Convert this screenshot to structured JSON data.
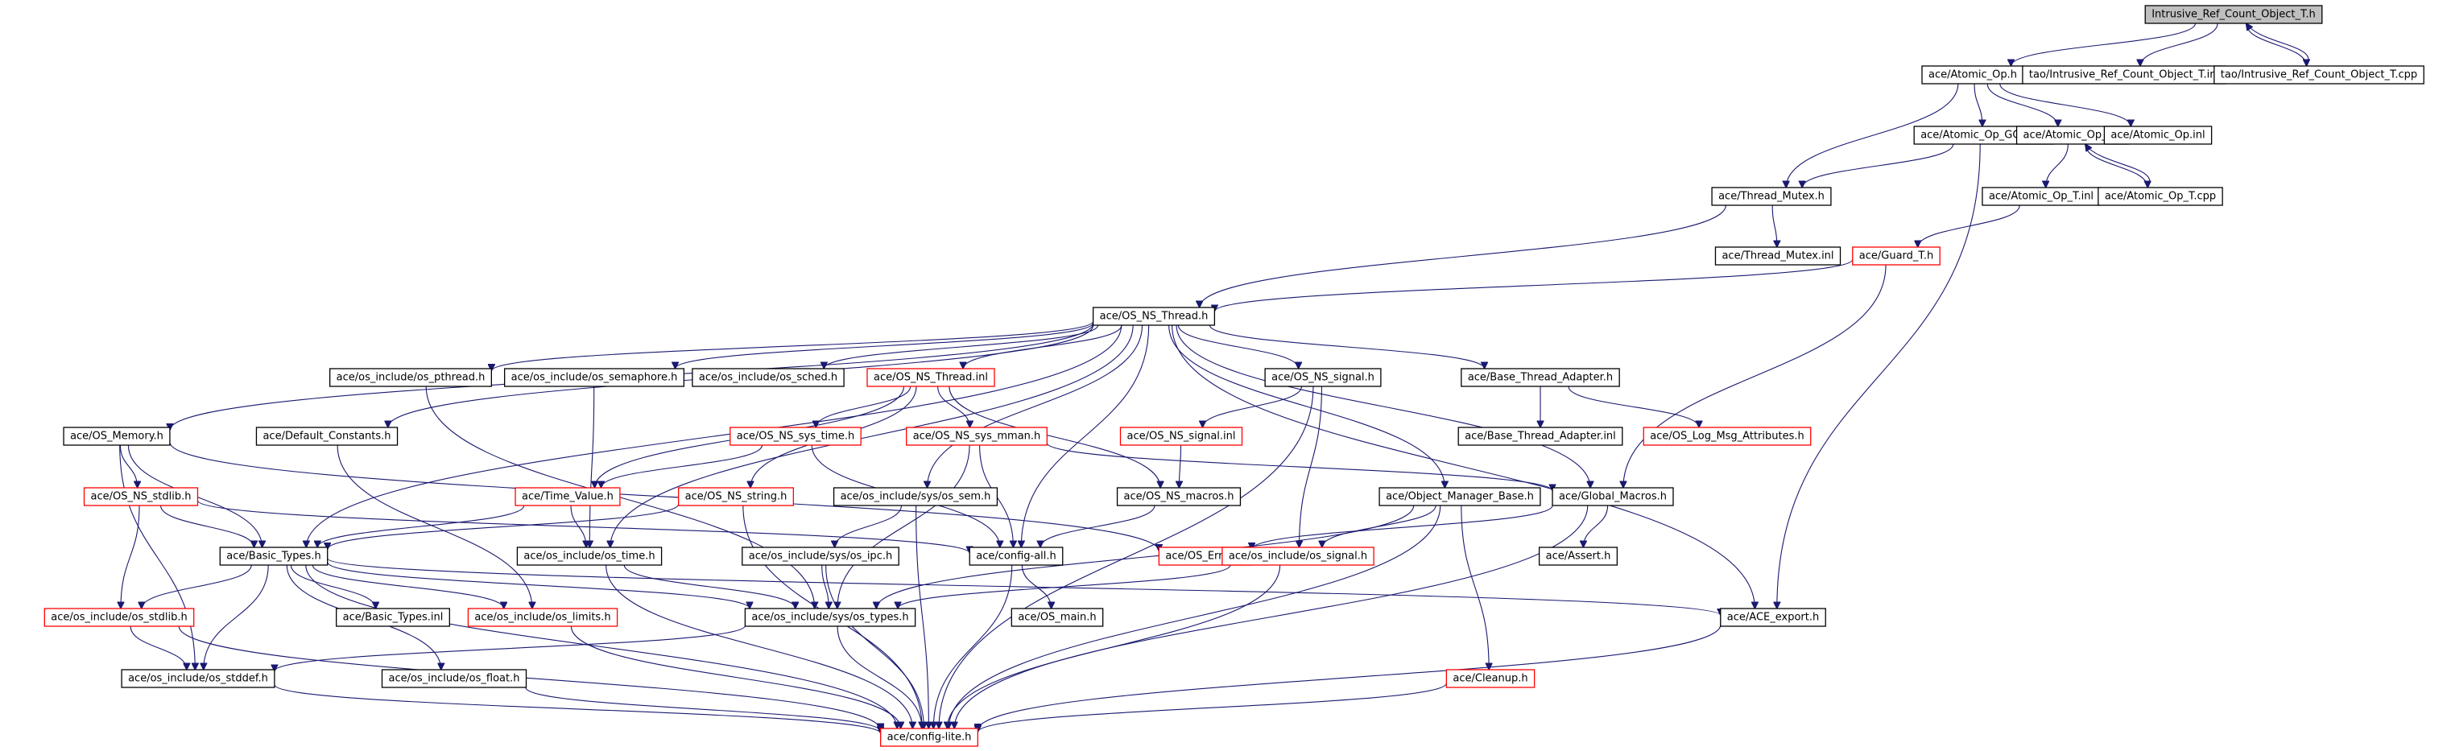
{
  "diagram": {
    "colors": {
      "edge": "#191970",
      "node_border_default": "#000000",
      "node_border_truncated": "#ff0000",
      "root_fill": "#bfbfbf",
      "node_fill": "#ffffff",
      "background": "#ffffff"
    },
    "nodes": [
      {
        "id": "root",
        "label": "Intrusive_Ref_Count_Object_T.h",
        "border": "black",
        "root": true
      },
      {
        "id": "atomic_op_h",
        "label": "ace/Atomic_Op.h",
        "border": "black"
      },
      {
        "id": "ircot_inl",
        "label": "tao/Intrusive_Ref_Count_Object_T.inl",
        "border": "black"
      },
      {
        "id": "ircot_cpp",
        "label": "tao/Intrusive_Ref_Count_Object_T.cpp",
        "border": "black"
      },
      {
        "id": "atomic_op_gcc_t",
        "label": "ace/Atomic_Op_GCC_T.h",
        "border": "black"
      },
      {
        "id": "atomic_op_t_h",
        "label": "ace/Atomic_Op_T.h",
        "border": "black"
      },
      {
        "id": "atomic_op_inl",
        "label": "ace/Atomic_Op.inl",
        "border": "black"
      },
      {
        "id": "thread_mutex_h",
        "label": "ace/Thread_Mutex.h",
        "border": "black"
      },
      {
        "id": "atomic_op_t_inl",
        "label": "ace/Atomic_Op_T.inl",
        "border": "black"
      },
      {
        "id": "atomic_op_t_cpp",
        "label": "ace/Atomic_Op_T.cpp",
        "border": "black"
      },
      {
        "id": "thread_mutex_inl",
        "label": "ace/Thread_Mutex.inl",
        "border": "black"
      },
      {
        "id": "guard_t",
        "label": "ace/Guard_T.h",
        "border": "red"
      },
      {
        "id": "os_ns_thread_h",
        "label": "ace/OS_NS_Thread.h",
        "border": "black"
      },
      {
        "id": "os_pthread",
        "label": "ace/os_include/os_pthread.h",
        "border": "black"
      },
      {
        "id": "os_semaphore",
        "label": "ace/os_include/os_semaphore.h",
        "border": "black"
      },
      {
        "id": "os_sched",
        "label": "ace/os_include/os_sched.h",
        "border": "black"
      },
      {
        "id": "os_ns_thread_inl",
        "label": "ace/OS_NS_Thread.inl",
        "border": "red"
      },
      {
        "id": "os_ns_signal_h",
        "label": "ace/OS_NS_signal.h",
        "border": "black"
      },
      {
        "id": "base_thread_adapter_h",
        "label": "ace/Base_Thread_Adapter.h",
        "border": "black"
      },
      {
        "id": "os_memory",
        "label": "ace/OS_Memory.h",
        "border": "black"
      },
      {
        "id": "default_constants",
        "label": "ace/Default_Constants.h",
        "border": "black"
      },
      {
        "id": "os_ns_sys_time",
        "label": "ace/OS_NS_sys_time.h",
        "border": "red"
      },
      {
        "id": "os_ns_sys_mman",
        "label": "ace/OS_NS_sys_mman.h",
        "border": "red"
      },
      {
        "id": "os_ns_signal_inl",
        "label": "ace/OS_NS_signal.inl",
        "border": "red"
      },
      {
        "id": "base_thread_adapter_inl",
        "label": "ace/Base_Thread_Adapter.inl",
        "border": "black"
      },
      {
        "id": "os_log_msg_attr",
        "label": "ace/OS_Log_Msg_Attributes.h",
        "border": "red"
      },
      {
        "id": "os_ns_stdlib",
        "label": "ace/OS_NS_stdlib.h",
        "border": "red"
      },
      {
        "id": "time_value",
        "label": "ace/Time_Value.h",
        "border": "red"
      },
      {
        "id": "os_ns_string",
        "label": "ace/OS_NS_string.h",
        "border": "red"
      },
      {
        "id": "os_sem",
        "label": "ace/os_include/sys/os_sem.h",
        "border": "black"
      },
      {
        "id": "os_ns_macros",
        "label": "ace/OS_NS_macros.h",
        "border": "black"
      },
      {
        "id": "object_manager_base",
        "label": "ace/Object_Manager_Base.h",
        "border": "black"
      },
      {
        "id": "global_macros",
        "label": "ace/Global_Macros.h",
        "border": "black"
      },
      {
        "id": "basic_types_h",
        "label": "ace/Basic_Types.h",
        "border": "black"
      },
      {
        "id": "os_time",
        "label": "ace/os_include/os_time.h",
        "border": "black"
      },
      {
        "id": "os_ipc",
        "label": "ace/os_include/sys/os_ipc.h",
        "border": "black"
      },
      {
        "id": "config_all",
        "label": "ace/config-all.h",
        "border": "black"
      },
      {
        "id": "os_errno",
        "label": "ace/OS_Errno.h",
        "border": "red"
      },
      {
        "id": "os_signal",
        "label": "ace/os_include/os_signal.h",
        "border": "red"
      },
      {
        "id": "assert_h",
        "label": "ace/Assert.h",
        "border": "black"
      },
      {
        "id": "os_stdlib",
        "label": "ace/os_include/os_stdlib.h",
        "border": "red"
      },
      {
        "id": "basic_types_inl",
        "label": "ace/Basic_Types.inl",
        "border": "black"
      },
      {
        "id": "os_limits",
        "label": "ace/os_include/os_limits.h",
        "border": "red"
      },
      {
        "id": "os_types",
        "label": "ace/os_include/sys/os_types.h",
        "border": "black"
      },
      {
        "id": "os_main",
        "label": "ace/OS_main.h",
        "border": "black"
      },
      {
        "id": "ace_export",
        "label": "ace/ACE_export.h",
        "border": "black"
      },
      {
        "id": "os_stddef",
        "label": "ace/os_include/os_stddef.h",
        "border": "black"
      },
      {
        "id": "os_float",
        "label": "ace/os_include/os_float.h",
        "border": "black"
      },
      {
        "id": "cleanup",
        "label": "ace/Cleanup.h",
        "border": "red"
      },
      {
        "id": "config_lite",
        "label": "ace/config-lite.h",
        "border": "red"
      }
    ],
    "edges": [
      [
        "root",
        "atomic_op_h"
      ],
      [
        "root",
        "ircot_inl"
      ],
      [
        "root",
        "ircot_cpp"
      ],
      [
        "ircot_cpp",
        "root"
      ],
      [
        "atomic_op_h",
        "atomic_op_gcc_t"
      ],
      [
        "atomic_op_h",
        "atomic_op_t_h"
      ],
      [
        "atomic_op_h",
        "atomic_op_inl"
      ],
      [
        "atomic_op_h",
        "thread_mutex_h"
      ],
      [
        "atomic_op_gcc_t",
        "thread_mutex_h"
      ],
      [
        "atomic_op_gcc_t",
        "ace_export"
      ],
      [
        "atomic_op_t_h",
        "atomic_op_t_inl"
      ],
      [
        "atomic_op_t_h",
        "atomic_op_t_cpp"
      ],
      [
        "atomic_op_t_cpp",
        "atomic_op_t_h"
      ],
      [
        "atomic_op_t_inl",
        "guard_t"
      ],
      [
        "thread_mutex_h",
        "thread_mutex_inl"
      ],
      [
        "thread_mutex_h",
        "os_ns_thread_h"
      ],
      [
        "guard_t",
        "os_ns_thread_h"
      ],
      [
        "guard_t",
        "global_macros"
      ],
      [
        "os_ns_thread_h",
        "os_memory"
      ],
      [
        "os_ns_thread_h",
        "default_constants"
      ],
      [
        "os_ns_thread_h",
        "os_pthread"
      ],
      [
        "os_ns_thread_h",
        "os_semaphore"
      ],
      [
        "os_ns_thread_h",
        "os_sched"
      ],
      [
        "os_ns_thread_h",
        "os_ns_thread_inl"
      ],
      [
        "os_ns_thread_h",
        "os_ns_signal_h"
      ],
      [
        "os_ns_thread_h",
        "base_thread_adapter_h"
      ],
      [
        "os_ns_thread_h",
        "basic_types_h"
      ],
      [
        "os_ns_thread_h",
        "os_sem"
      ],
      [
        "os_ns_thread_h",
        "config_all"
      ],
      [
        "os_ns_thread_h",
        "object_manager_base"
      ],
      [
        "os_ns_thread_h",
        "global_macros"
      ],
      [
        "os_ns_thread_h",
        "ace_export"
      ],
      [
        "os_ns_thread_h",
        "os_time"
      ],
      [
        "os_ns_thread_inl",
        "os_ns_sys_time"
      ],
      [
        "os_ns_thread_inl",
        "os_ns_sys_mman"
      ],
      [
        "os_ns_thread_inl",
        "os_ns_string"
      ],
      [
        "os_ns_thread_inl",
        "time_value"
      ],
      [
        "os_ns_thread_inl",
        "os_ns_macros"
      ],
      [
        "os_ns_signal_h",
        "os_ns_signal_inl"
      ],
      [
        "os_ns_signal_h",
        "os_signal"
      ],
      [
        "os_ns_signal_h",
        "config_lite"
      ],
      [
        "os_ns_signal_inl",
        "os_ns_macros"
      ],
      [
        "base_thread_adapter_h",
        "base_thread_adapter_inl"
      ],
      [
        "base_thread_adapter_h",
        "os_log_msg_attr"
      ],
      [
        "os_memory",
        "os_ns_stdlib"
      ],
      [
        "os_memory",
        "basic_types_h"
      ],
      [
        "os_memory",
        "os_errno"
      ],
      [
        "os_memory",
        "os_stddef"
      ],
      [
        "default_constants",
        "os_limits"
      ],
      [
        "os_pthread",
        "os_types"
      ],
      [
        "os_semaphore",
        "os_time"
      ],
      [
        "os_ns_sys_time",
        "time_value"
      ],
      [
        "os_ns_sys_time",
        "config_all"
      ],
      [
        "os_ns_sys_mman",
        "os_types"
      ],
      [
        "os_ns_sys_mman",
        "config_all"
      ],
      [
        "os_ns_sys_mman",
        "global_macros"
      ],
      [
        "os_ns_stdlib",
        "basic_types_h"
      ],
      [
        "os_ns_stdlib",
        "os_stdlib"
      ],
      [
        "os_ns_stdlib",
        "config_all"
      ],
      [
        "time_value",
        "basic_types_h"
      ],
      [
        "time_value",
        "os_time"
      ],
      [
        "os_ns_string",
        "basic_types_h"
      ],
      [
        "os_ns_string",
        "config_lite"
      ],
      [
        "os_sem",
        "os_ipc"
      ],
      [
        "os_sem",
        "config_lite"
      ],
      [
        "os_ns_macros",
        "config_all"
      ],
      [
        "object_manager_base",
        "os_signal"
      ],
      [
        "object_manager_base",
        "cleanup"
      ],
      [
        "object_manager_base",
        "config_lite"
      ],
      [
        "object_manager_base",
        "os_types"
      ],
      [
        "global_macros",
        "os_errno"
      ],
      [
        "global_macros",
        "assert_h"
      ],
      [
        "global_macros",
        "config_lite"
      ],
      [
        "basic_types_h",
        "os_stdlib"
      ],
      [
        "basic_types_h",
        "basic_types_inl"
      ],
      [
        "basic_types_h",
        "os_limits"
      ],
      [
        "basic_types_h",
        "os_types"
      ],
      [
        "basic_types_h",
        "ace_export"
      ],
      [
        "basic_types_h",
        "os_stddef"
      ],
      [
        "basic_types_h",
        "os_float"
      ],
      [
        "basic_types_h",
        "config_lite"
      ],
      [
        "os_time",
        "os_types"
      ],
      [
        "os_time",
        "config_lite"
      ],
      [
        "os_ipc",
        "os_types"
      ],
      [
        "os_ipc",
        "config_lite"
      ],
      [
        "config_all",
        "os_main"
      ],
      [
        "config_all",
        "config_lite"
      ],
      [
        "os_signal",
        "os_types"
      ],
      [
        "os_signal",
        "config_lite"
      ],
      [
        "os_stdlib",
        "os_stddef"
      ],
      [
        "os_stdlib",
        "config_lite"
      ],
      [
        "os_limits",
        "config_lite"
      ],
      [
        "os_types",
        "os_stddef"
      ],
      [
        "os_types",
        "config_lite"
      ],
      [
        "ace_export",
        "config_lite"
      ],
      [
        "os_stddef",
        "config_lite"
      ],
      [
        "os_float",
        "config_lite"
      ],
      [
        "cleanup",
        "config_lite"
      ]
    ]
  }
}
